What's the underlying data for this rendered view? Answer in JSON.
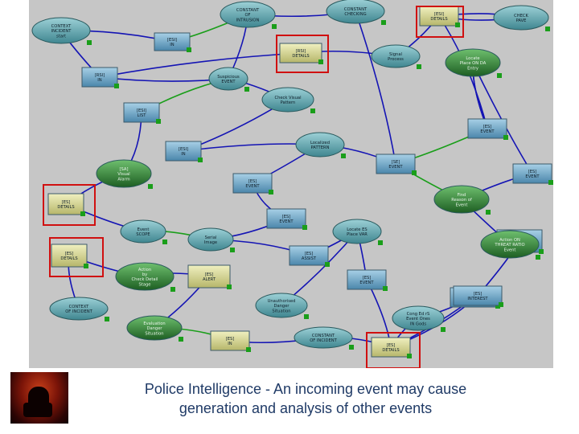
{
  "caption": {
    "line1": "Police Intelligence - An incoming event may cause",
    "line2": "generation and analysis of other events"
  },
  "colors": {
    "background": "#c6c6c6",
    "ellipse_fill": "#5f9ea6",
    "ellipse_dark_fill": "#2d7a32",
    "box_fill": "#6aa0bf",
    "detail_fill": "#d8d89a",
    "arrow": "#1414b4",
    "highlight": "#d01010",
    "port": "#1a9e1a",
    "caption_text": "#1f3a66"
  },
  "nodes": [
    {
      "id": "ctx_top_left",
      "shape": "ellipse",
      "label": "CONTEXT\nINCIDENT\nstart"
    },
    {
      "id": "r1",
      "shape": "box",
      "label": "[ESI]\nIN"
    },
    {
      "id": "r2",
      "shape": "box",
      "label": "[RSI]\nIN"
    },
    {
      "id": "r3",
      "shape": "box",
      "label": "[ESI]\nLIST"
    },
    {
      "id": "r4",
      "shape": "box",
      "label": "[ESI]\nIN"
    },
    {
      "id": "e_top_mid",
      "shape": "ellipse",
      "label": "CONSTANT\nOF\nINTRUSION"
    },
    {
      "id": "e_const",
      "shape": "ellipse",
      "label": "CONSTANT\nCHECKING"
    },
    {
      "id": "d1",
      "shape": "detail",
      "label": "[ESI]\nDETAILS",
      "highlight": true
    },
    {
      "id": "d2",
      "shape": "detail",
      "label": "[RSI]\nDETAILS",
      "highlight": true
    },
    {
      "id": "e_right1",
      "shape": "ellipse",
      "label": "CHECK\nPAVE"
    },
    {
      "id": "e_mid1",
      "shape": "ellipse",
      "label": "Signal\nProcess"
    },
    {
      "id": "e_dark1",
      "shape": "ellipse_dark",
      "label": "Locate\nPlace ON DA\nEntry"
    },
    {
      "id": "e_mid2",
      "shape": "ellipse",
      "label": "Suspicious\nEVENT"
    },
    {
      "id": "e_mid3",
      "shape": "ellipse",
      "label": "Check Visual\nPattern"
    },
    {
      "id": "e_mid4",
      "shape": "ellipse",
      "label": "Localized\nPATTERN"
    },
    {
      "id": "r5",
      "shape": "box",
      "label": "[ES]\nEVENT"
    },
    {
      "id": "r6",
      "shape": "box",
      "label": "[SE]\nEVENT"
    },
    {
      "id": "e_dark2",
      "shape": "ellipse_dark",
      "label": "[SA]\nVisual\nAlarm"
    },
    {
      "id": "r7",
      "shape": "box",
      "label": "[ES]\nEVENT"
    },
    {
      "id": "r8",
      "shape": "box",
      "label": "[ES]\nEVENT"
    },
    {
      "id": "r9",
      "shape": "box",
      "label": "[ES]\nEVENT"
    },
    {
      "id": "d3",
      "shape": "detail",
      "label": "[ES]\nDETAILS",
      "highlight": true
    },
    {
      "id": "e_mid5",
      "shape": "ellipse",
      "label": "Event\nSCOPE"
    },
    {
      "id": "e_mid6",
      "shape": "ellipse",
      "label": "Serial\nImage"
    },
    {
      "id": "r10",
      "shape": "box",
      "label": "[ES]\nASSIST"
    },
    {
      "id": "e_mid7",
      "shape": "ellipse",
      "label": "Locate ES\nPlace VAR"
    },
    {
      "id": "e_dark3",
      "shape": "ellipse_dark",
      "label": "Find\nReason of\nEvent"
    },
    {
      "id": "r11",
      "shape": "box",
      "label": "[ES]\nEVENT"
    },
    {
      "id": "r12",
      "shape": "box",
      "label": "[ES]\nALERT"
    },
    {
      "id": "d4",
      "shape": "detail",
      "label": "[ES]\nDETAILS",
      "highlight": true
    },
    {
      "id": "e_dark4",
      "shape": "ellipse_dark",
      "label": "Action\nby\nCheck Detail\nStage"
    },
    {
      "id": "d5",
      "shape": "detail",
      "label": "[ES]\nALERT"
    },
    {
      "id": "r13",
      "shape": "box",
      "label": "[ES]\nEVENT"
    },
    {
      "id": "r14",
      "shape": "box",
      "label": "[ES]\nINTEREST"
    },
    {
      "id": "e_ctx2",
      "shape": "ellipse",
      "label": "CONTEXT\nOF INCIDENT"
    },
    {
      "id": "e_mid8",
      "shape": "ellipse",
      "label": "Unauthorised\nDanger\nSituation"
    },
    {
      "id": "e_dark5",
      "shape": "ellipse_dark",
      "label": "Evaluation\nDanger\nSituation"
    },
    {
      "id": "d6",
      "shape": "detail",
      "label": "[ES]\nIN"
    },
    {
      "id": "e_const2",
      "shape": "ellipse",
      "label": "CONSTANT\nOF INCIDENT"
    },
    {
      "id": "e_mid9",
      "shape": "ellipse",
      "label": "Cong Ed rS\nEvent Ones\nIN Gods"
    },
    {
      "id": "d7",
      "shape": "detail",
      "label": "[ES]\nDETAILS",
      "highlight": true
    },
    {
      "id": "e_dark6",
      "shape": "ellipse_dark",
      "label": "Action ON\nTHREAT RATIO\nEvent"
    },
    {
      "id": "r15",
      "shape": "box",
      "label": "[ES]\nEVENT"
    }
  ]
}
